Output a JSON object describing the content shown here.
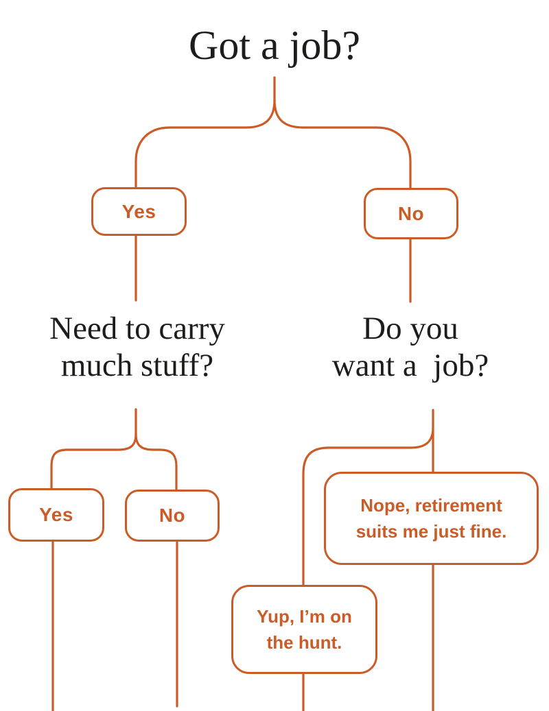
{
  "theme": {
    "accent_color": "#cb5b27",
    "text_color": "#1d1d1b",
    "background_color": "#ffffff"
  },
  "flowchart": {
    "title": "Got a job?",
    "questions": {
      "carry_stuff": {
        "line1": "Need to carry",
        "line2": "much stuff?"
      },
      "want_job": {
        "line1": "Do you",
        "line2": "want a  job?"
      }
    },
    "labels": {
      "yes1": "Yes",
      "no1": "No",
      "yes2": "Yes",
      "no2": "No"
    },
    "answers": {
      "hunt": {
        "line1": "Yup, I’m on",
        "line2": "the hunt."
      },
      "retired": {
        "line1": "Nope, retirement",
        "line2": "suits me just fine."
      }
    }
  }
}
